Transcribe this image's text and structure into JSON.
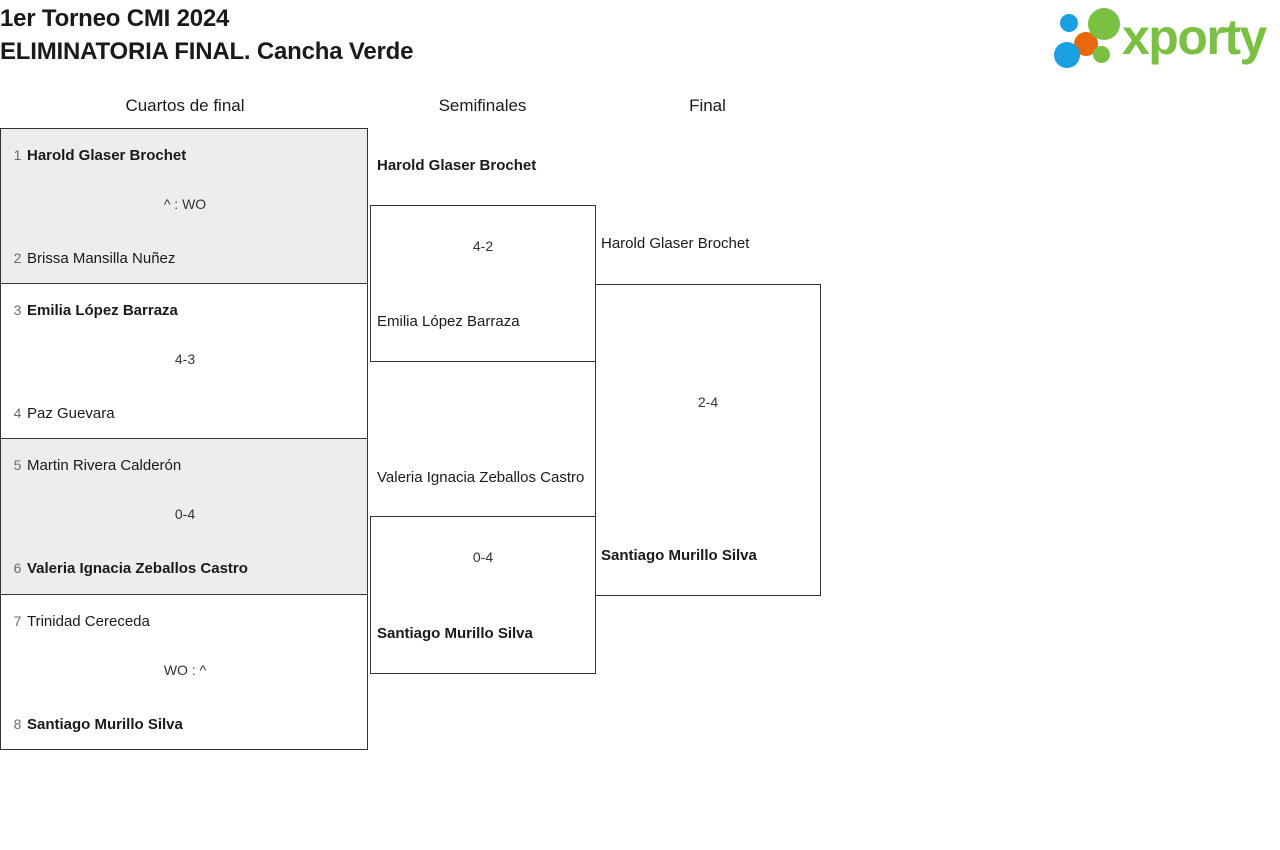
{
  "header": {
    "title_line_1": "1er Torneo CMI 2024",
    "title_line_2": "ELIMINATORIA FINAL. Cancha Verde",
    "logo_text": "xporty",
    "logo_colors": {
      "green": "#7ac143",
      "blue": "#1a9fe0",
      "orange": "#e8690b"
    }
  },
  "rounds": [
    {
      "label": "Cuartos de final"
    },
    {
      "label": "Semifinales"
    },
    {
      "label": "Final"
    }
  ],
  "quarterfinals": [
    {
      "score": "^ : WO",
      "players": [
        {
          "seed": "1",
          "name": "Harold Glaser Brochet",
          "winner": true
        },
        {
          "seed": "2",
          "name": "Brissa Mansilla Nuñez",
          "winner": false
        }
      ]
    },
    {
      "score": "4-3",
      "players": [
        {
          "seed": "3",
          "name": "Emilia López Barraza",
          "winner": true
        },
        {
          "seed": "4",
          "name": "Paz Guevara",
          "winner": false
        }
      ]
    },
    {
      "score": "0-4",
      "players": [
        {
          "seed": "5",
          "name": "Martin Rivera Calderón",
          "winner": false
        },
        {
          "seed": "6",
          "name": "Valeria Ignacia Zeballos Castro",
          "winner": true
        }
      ]
    },
    {
      "score": "WO : ^",
      "players": [
        {
          "seed": "7",
          "name": "Trinidad Cereceda",
          "winner": false
        },
        {
          "seed": "8",
          "name": "Santiago Murillo Silva",
          "winner": true
        }
      ]
    }
  ],
  "semifinals": [
    {
      "score": "4-2",
      "players": [
        {
          "name": "Harold Glaser Brochet",
          "winner": true
        },
        {
          "name": "Emilia López Barraza",
          "winner": false
        }
      ]
    },
    {
      "score": "0-4",
      "players": [
        {
          "name": "Valeria Ignacia Zeballos Castro",
          "winner": false
        },
        {
          "name": "Santiago Murillo Silva",
          "winner": true
        }
      ]
    }
  ],
  "final": [
    {
      "score": "2-4",
      "players": [
        {
          "name": "Harold Glaser Brochet",
          "winner": false
        },
        {
          "name": "Santiago Murillo Silva",
          "winner": true
        }
      ]
    }
  ]
}
